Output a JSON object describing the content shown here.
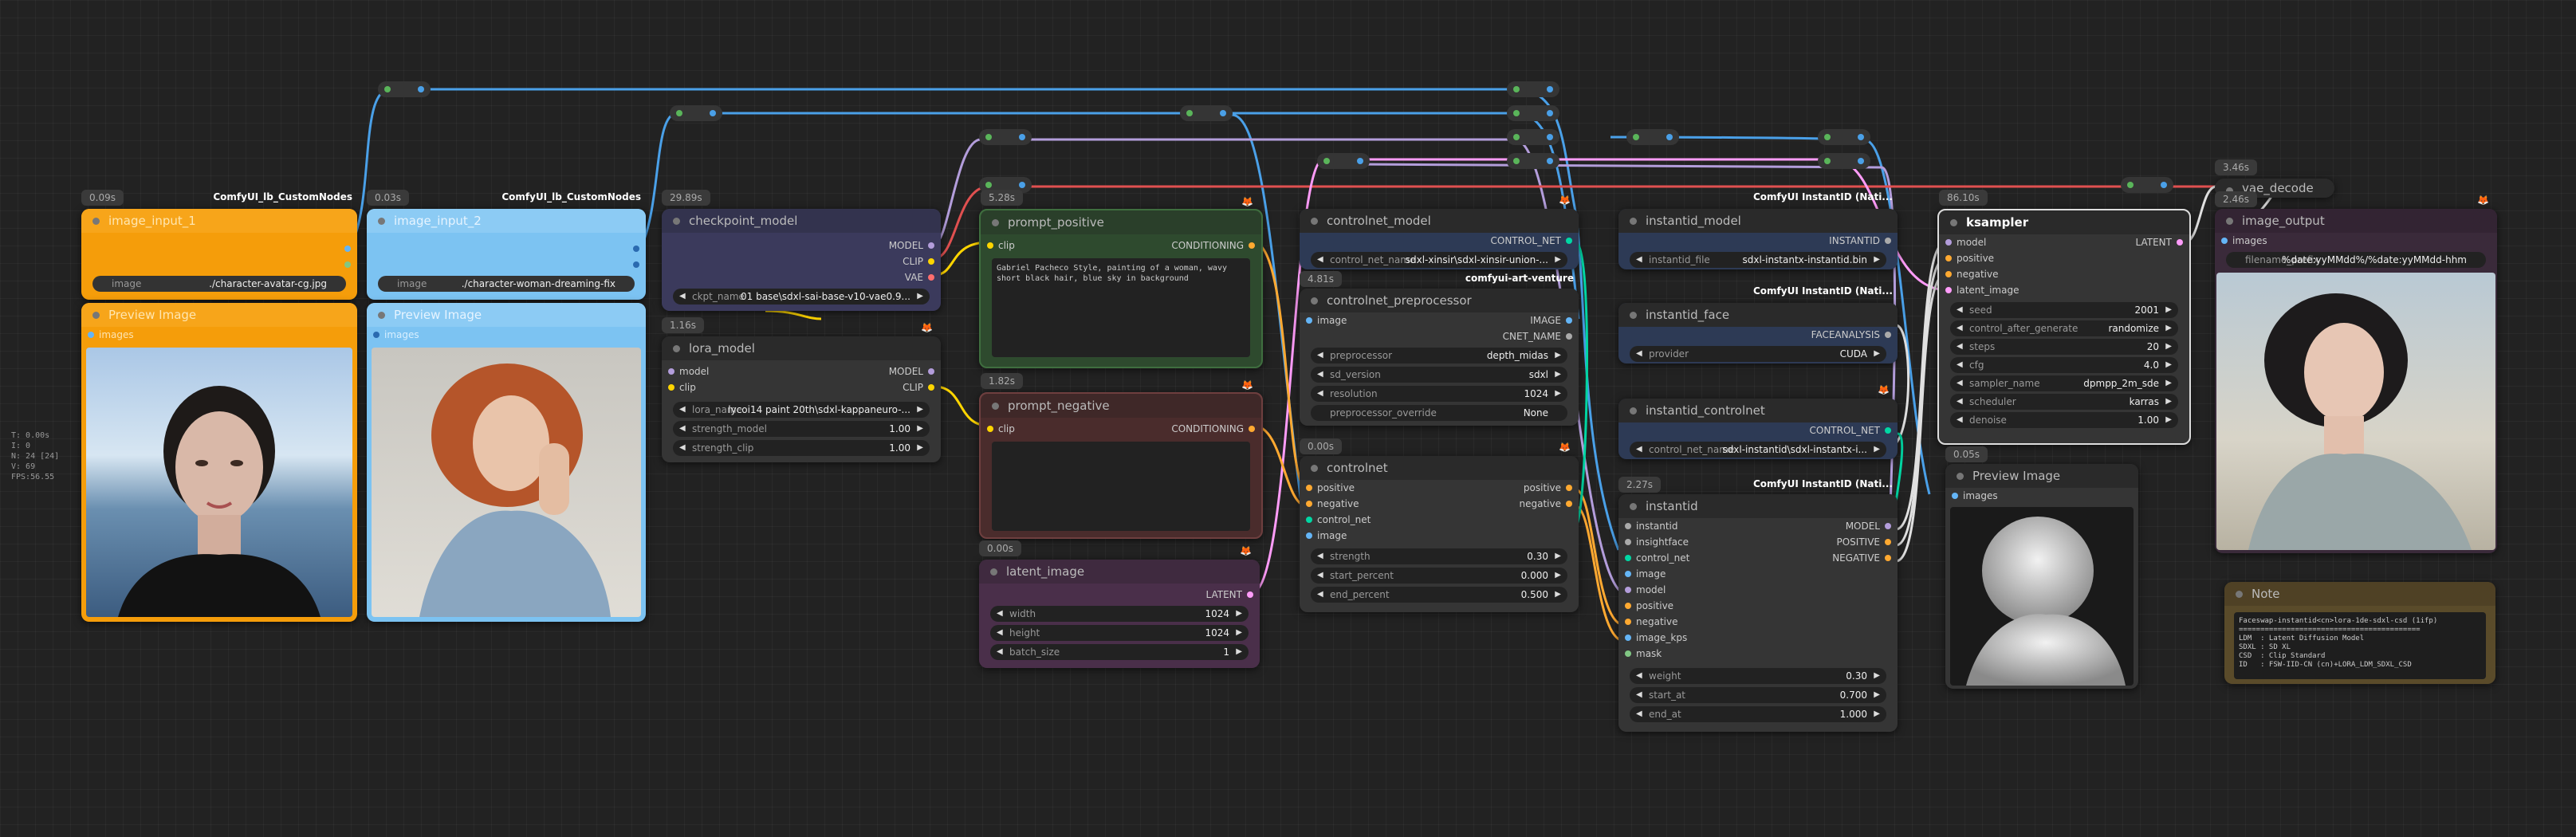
{
  "stats": [
    "T: 0.00s",
    "I: 0",
    "N: 24 [24]",
    "V: 69",
    "FPS:56.55"
  ],
  "colors": {
    "model": "#b39ddb",
    "clip": "#ffd500",
    "vae": "#ff6e6e",
    "conditioning": "#ffa931",
    "latent": "#ff9cf9",
    "image": "#64b5f6",
    "control_net": "#00d7a4",
    "wire_blue": "#4aa0e8",
    "wire_white": "#e0e0e0",
    "wire_red": "#e05050"
  },
  "nodes": {
    "image_input_1": {
      "badge": "0.09s",
      "pack": "ComfyUI_lb_CustomNodes",
      "title": "image_input_1",
      "widget_label": "image",
      "widget_value": "./character-avatar-cg.jpg"
    },
    "preview_1": {
      "title": "Preview Image",
      "slot": "images"
    },
    "image_input_2": {
      "badge": "0.03s",
      "pack": "ComfyUI_lb_CustomNodes",
      "title": "image_input_2",
      "widget_label": "image",
      "widget_value": "./character-woman-dreaming-fix"
    },
    "preview_2": {
      "title": "Preview Image",
      "slot": "images"
    },
    "checkpoint_model": {
      "badge": "29.89s",
      "title": "checkpoint_model",
      "outputs": [
        "MODEL",
        "CLIP",
        "VAE"
      ],
      "widget_label": "ckpt_name",
      "widget_value": "01 base\\sdxl-sai-base-v10-vae0.9..."
    },
    "lora_model": {
      "badge": "1.16s",
      "title": "lora_model",
      "inputs": [
        "model",
        "clip"
      ],
      "outputs": [
        "MODEL",
        "CLIP"
      ],
      "widgets": [
        {
          "label": "lora_name",
          "value": "lycoi14 paint 20th\\sdxl-kappaneuro-..."
        },
        {
          "label": "strength_model",
          "value": "1.00"
        },
        {
          "label": "strength_clip",
          "value": "1.00"
        }
      ]
    },
    "prompt_positive": {
      "badge": "5.28s",
      "title": "prompt_positive",
      "input": "clip",
      "output": "CONDITIONING",
      "text": "Gabriel Pacheco Style, painting of a woman, wavy short black hair, blue sky in background"
    },
    "prompt_negative": {
      "badge": "1.82s",
      "title": "prompt_negative",
      "input": "clip",
      "output": "CONDITIONING"
    },
    "latent_image": {
      "badge": "0.00s",
      "title": "latent_image",
      "output": "LATENT",
      "widgets": [
        {
          "label": "width",
          "value": "1024"
        },
        {
          "label": "height",
          "value": "1024"
        },
        {
          "label": "batch_size",
          "value": "1"
        }
      ]
    },
    "controlnet_model": {
      "title": "controlnet_model",
      "output": "CONTROL_NET",
      "widget_label": "control_net_name",
      "widget_value": "sdxl-xinsir\\sdxl-xinsir-union-..."
    },
    "controlnet_preprocessor": {
      "badge": "4.81s",
      "pack": "comfyui-art-venture",
      "title": "controlnet_preprocessor",
      "input": "image",
      "outputs": [
        "IMAGE",
        "CNET_NAME"
      ],
      "widgets": [
        {
          "label": "preprocessor",
          "value": "depth_midas"
        },
        {
          "label": "sd_version",
          "value": "sdxl"
        },
        {
          "label": "resolution",
          "value": "1024"
        },
        {
          "label": "preprocessor_override",
          "value": "None"
        }
      ]
    },
    "controlnet": {
      "badge": "0.00s",
      "title": "controlnet",
      "inputs": [
        "positive",
        "negative",
        "control_net",
        "image"
      ],
      "outputs": [
        "positive",
        "negative"
      ],
      "widgets": [
        {
          "label": "strength",
          "value": "0.30"
        },
        {
          "label": "start_percent",
          "value": "0.000"
        },
        {
          "label": "end_percent",
          "value": "0.500"
        }
      ]
    },
    "instantid_model": {
      "pack": "ComfyUI InstantID (Nati...",
      "title": "instantid_model",
      "output": "INSTANTID",
      "widget_label": "instantid_file",
      "widget_value": "sdxl-instantx-instantid.bin"
    },
    "instantid_face": {
      "pack": "ComfyUI InstantID (Nati...",
      "title": "instantid_face",
      "output": "FACEANALYSIS",
      "widget_label": "provider",
      "widget_value": "CUDA"
    },
    "instantid_controlnet": {
      "title": "instantid_controlnet",
      "output": "CONTROL_NET",
      "widget_label": "control_net_name",
      "widget_value": "sdxl-instantid\\sdxl-instantx-i..."
    },
    "instantid": {
      "badge": "2.27s",
      "pack": "ComfyUI InstantID (Nati...",
      "title": "instantid",
      "inputs": [
        "instantid",
        "insightface",
        "control_net",
        "image",
        "model",
        "positive",
        "negative",
        "image_kps",
        "mask"
      ],
      "outputs": [
        "MODEL",
        "POSITIVE",
        "NEGATIVE"
      ],
      "widgets": [
        {
          "label": "weight",
          "value": "0.30"
        },
        {
          "label": "start_at",
          "value": "0.700"
        },
        {
          "label": "end_at",
          "value": "1.000"
        }
      ]
    },
    "ksampler": {
      "badge": "86.10s",
      "title": "ksampler",
      "inputs": [
        "model",
        "positive",
        "negative",
        "latent_image"
      ],
      "output": "LATENT",
      "widgets": [
        {
          "label": "seed",
          "value": "2001"
        },
        {
          "label": "control_after_generate",
          "value": "randomize"
        },
        {
          "label": "steps",
          "value": "20"
        },
        {
          "label": "cfg",
          "value": "4.0"
        },
        {
          "label": "sampler_name",
          "value": "dpmpp_2m_sde"
        },
        {
          "label": "scheduler",
          "value": "karras"
        },
        {
          "label": "denoise",
          "value": "1.00"
        }
      ]
    },
    "preview_3": {
      "badge": "0.05s",
      "title": "Preview Image",
      "slot": "images"
    },
    "vae_decode": {
      "badge": "3.46s",
      "title": "vae_decode"
    },
    "image_output": {
      "badge": "2.46s",
      "title": "image_output",
      "slot": "images",
      "widget_label": "filename_prefix",
      "widget_value": "%date:yyMMdd%/%date:yyMMdd-hhm"
    },
    "note": {
      "title": "Note",
      "text": "Faceswap-instantid<cn>lora-1de-sdxl-csd (1ifp)\n==========================================\nLDM  : Latent Diffusion Model\nSDXL : SD XL\nCSD  : Clip Standard\nID   : FSW-IID-CN (cn)+LORA_LDM_SDXL_CSD"
    }
  }
}
